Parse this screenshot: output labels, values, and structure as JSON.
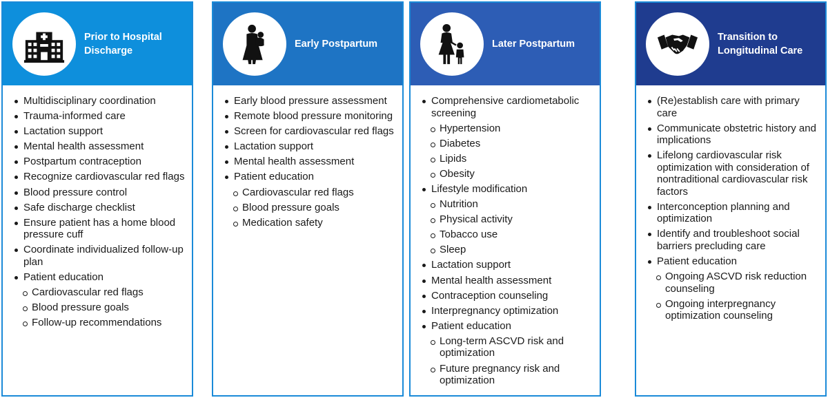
{
  "colors": {
    "panel1": "#0e8fdc",
    "panel2": "#1e74c4",
    "panel3": "#2d5db5",
    "panel4": "#1f3c8f",
    "border": "#1a8ad8"
  },
  "panels": [
    {
      "title": "Prior to Hospital Discharge",
      "icon": "hospital-icon",
      "items": [
        {
          "text": "Multidisciplinary coordination",
          "level": 1
        },
        {
          "text": "Trauma-informed care",
          "level": 1
        },
        {
          "text": "Lactation support",
          "level": 1
        },
        {
          "text": "Mental health assessment",
          "level": 1
        },
        {
          "text": "Postpartum contraception",
          "level": 1
        },
        {
          "text": "Recognize cardiovascular red flags",
          "level": 1
        },
        {
          "text": "Blood pressure control",
          "level": 1
        },
        {
          "text": "Safe discharge checklist",
          "level": 1
        },
        {
          "text": "Ensure patient has a home blood pressure cuff",
          "level": 1
        },
        {
          "text": "Coordinate individualized follow-up plan",
          "level": 1
        },
        {
          "text": "Patient education",
          "level": 1
        },
        {
          "text": "Cardiovascular red flags",
          "level": 2
        },
        {
          "text": "Blood pressure goals",
          "level": 2
        },
        {
          "text": "Follow-up recommendations",
          "level": 2
        }
      ]
    },
    {
      "title": "Early Postpartum",
      "icon": "mother-holding-baby-icon",
      "items": [
        {
          "text": "Early blood pressure assessment",
          "level": 1
        },
        {
          "text": "Remote blood pressure monitoring",
          "level": 1
        },
        {
          "text": "Screen for cardiovascular red flags",
          "level": 1
        },
        {
          "text": "Lactation support",
          "level": 1
        },
        {
          "text": "Mental health assessment",
          "level": 1
        },
        {
          "text": "Patient education",
          "level": 1
        },
        {
          "text": "Cardiovascular red flags",
          "level": 2
        },
        {
          "text": "Blood pressure goals",
          "level": 2
        },
        {
          "text": "Medication safety",
          "level": 2
        }
      ]
    },
    {
      "title": "Later Postpartum",
      "icon": "mother-with-child-icon",
      "items": [
        {
          "text": "Comprehensive cardiometabolic screening",
          "level": 1
        },
        {
          "text": "Hypertension",
          "level": 2
        },
        {
          "text": "Diabetes",
          "level": 2
        },
        {
          "text": "Lipids",
          "level": 2
        },
        {
          "text": "Obesity",
          "level": 2
        },
        {
          "text": "Lifestyle modification",
          "level": 1
        },
        {
          "text": "Nutrition",
          "level": 2
        },
        {
          "text": "Physical activity",
          "level": 2
        },
        {
          "text": "Tobacco use",
          "level": 2
        },
        {
          "text": "Sleep",
          "level": 2
        },
        {
          "text": "Lactation support",
          "level": 1
        },
        {
          "text": "Mental health assessment",
          "level": 1
        },
        {
          "text": "Contraception counseling",
          "level": 1
        },
        {
          "text": "Interpregnancy optimization",
          "level": 1
        },
        {
          "text": "Patient education",
          "level": 1
        },
        {
          "text": "Long-term ASCVD risk and optimization",
          "level": 2
        },
        {
          "text": "Future pregnancy risk and optimization",
          "level": 2
        }
      ]
    },
    {
      "title": "Transition to Longitudinal Care",
      "icon": "handshake-icon",
      "items": [
        {
          "text": "(Re)establish care with primary care",
          "level": 1
        },
        {
          "text": "Communicate obstetric history and implications",
          "level": 1
        },
        {
          "text": "Lifelong cardiovascular risk optimization with consideration of nontraditional cardiovascular risk factors",
          "level": 1
        },
        {
          "text": "Interconception planning and optimization",
          "level": 1
        },
        {
          "text": "Identify and troubleshoot social barriers precluding care",
          "level": 1
        },
        {
          "text": "Patient education",
          "level": 1
        },
        {
          "text": "Ongoing ASCVD risk reduction counseling",
          "level": 2
        },
        {
          "text": "Ongoing interpregnancy optimization counseling",
          "level": 2
        }
      ]
    }
  ]
}
